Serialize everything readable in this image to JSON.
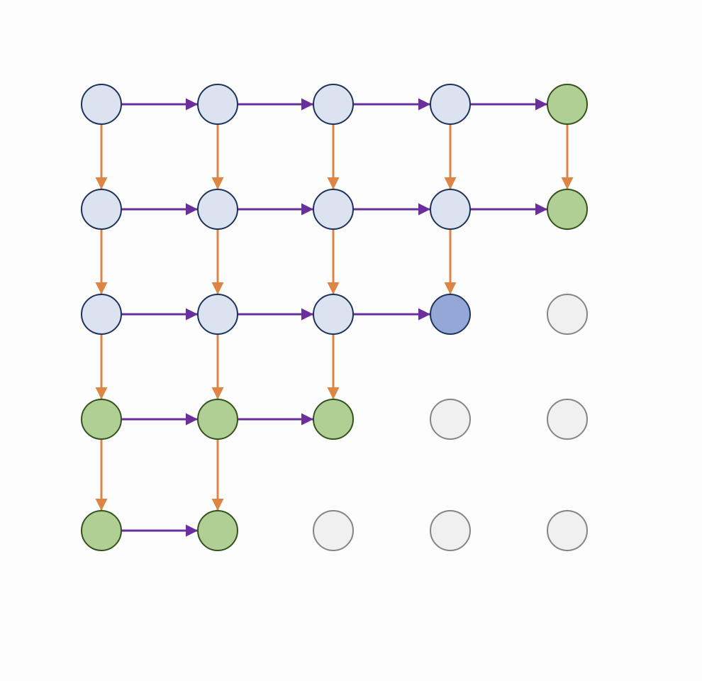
{
  "colors": {
    "background": "#fdfdfd",
    "horizontal_edge": "#6a2f9c",
    "vertical_edge": "#dd8545",
    "node_states": {
      "processed": {
        "fill": "#dce3f0",
        "stroke": "#1f325a"
      },
      "current": {
        "fill": "#94a8d8",
        "stroke": "#1f325a"
      },
      "frontier": {
        "fill": "#b0cf94",
        "stroke": "#34521e"
      },
      "pending": {
        "fill": "#f0f0f0",
        "stroke": "#858585"
      }
    }
  },
  "grid": {
    "rows": 5,
    "cols": 5,
    "states": [
      [
        "processed",
        "processed",
        "processed",
        "processed",
        "frontier"
      ],
      [
        "processed",
        "processed",
        "processed",
        "processed",
        "frontier"
      ],
      [
        "processed",
        "processed",
        "processed",
        "current",
        "pending"
      ],
      [
        "frontier",
        "frontier",
        "frontier",
        "pending",
        "pending"
      ],
      [
        "frontier",
        "frontier",
        "pending",
        "pending",
        "pending"
      ]
    ]
  },
  "edges": {
    "horizontal": [
      [
        0,
        0,
        0,
        1
      ],
      [
        0,
        1,
        0,
        2
      ],
      [
        0,
        2,
        0,
        3
      ],
      [
        0,
        3,
        0,
        4
      ],
      [
        1,
        0,
        1,
        1
      ],
      [
        1,
        1,
        1,
        2
      ],
      [
        1,
        2,
        1,
        3
      ],
      [
        1,
        3,
        1,
        4
      ],
      [
        2,
        0,
        2,
        1
      ],
      [
        2,
        1,
        2,
        2
      ],
      [
        2,
        2,
        2,
        3
      ],
      [
        3,
        0,
        3,
        1
      ],
      [
        3,
        1,
        3,
        2
      ],
      [
        4,
        0,
        4,
        1
      ]
    ],
    "vertical": [
      [
        0,
        0,
        1,
        0
      ],
      [
        0,
        1,
        1,
        1
      ],
      [
        0,
        2,
        1,
        2
      ],
      [
        0,
        3,
        1,
        3
      ],
      [
        0,
        4,
        1,
        4
      ],
      [
        1,
        0,
        2,
        0
      ],
      [
        1,
        1,
        2,
        1
      ],
      [
        1,
        2,
        2,
        2
      ],
      [
        1,
        3,
        2,
        3
      ],
      [
        2,
        0,
        3,
        0
      ],
      [
        2,
        1,
        3,
        1
      ],
      [
        2,
        2,
        3,
        2
      ],
      [
        3,
        0,
        4,
        0
      ],
      [
        3,
        1,
        4,
        1
      ]
    ]
  }
}
